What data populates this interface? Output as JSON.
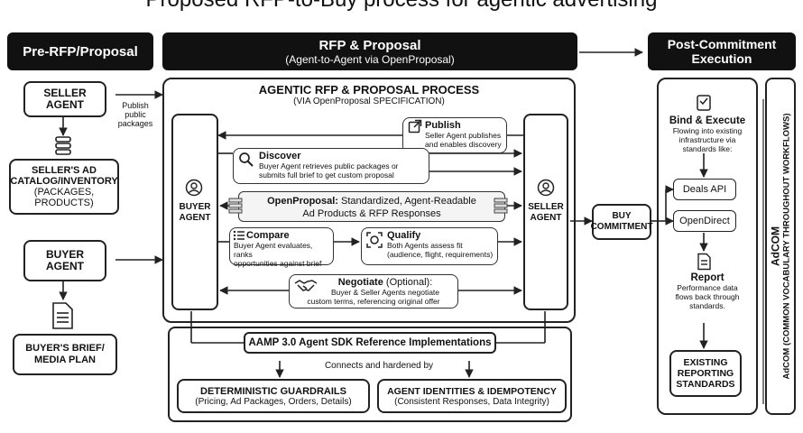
{
  "title": "Proposed RFP-to-Buy process for agentic advertising",
  "columns": {
    "pre": "Pre-RFP/Proposal",
    "rfp_title": "RFP & Proposal",
    "rfp_subtitle": "(Agent-to-Agent via OpenProposal)",
    "post_line1": "Post-Commitment",
    "post_line2": "Execution"
  },
  "left": {
    "seller_agent_l1": "SELLER",
    "seller_agent_l2": "AGENT",
    "publish_note_l1": "Publish",
    "publish_note_l2": "public",
    "publish_note_l3": "packages",
    "catalog_l1": "SELLER'S AD",
    "catalog_l2": "CATALOG/INVENTORY",
    "catalog_l3": "(PACKAGES,",
    "catalog_l4": "PRODUCTS)",
    "buyer_agent_l1": "BUYER",
    "buyer_agent_l2": "AGENT",
    "brief_l1": "BUYER'S BRIEF/",
    "brief_l2": "MEDIA PLAN"
  },
  "process": {
    "title": "AGENTIC RFP & PROPOSAL PROCESS",
    "subtitle": "(VIA OpenProposal SPECIFICATION)",
    "buyer_l1": "BUYER",
    "buyer_l2": "AGENT",
    "seller_l1": "SELLER",
    "seller_l2": "AGENT",
    "publish_title": "Publish",
    "publish_l1": "Seller Agent publishes",
    "publish_l2": "and enables discovery",
    "discover_title": "Discover",
    "discover_l1": "Buyer Agent retrieves public packages or",
    "discover_l2": "submits full brief to get custom proposal",
    "openproposal_bold": "OpenProposal:",
    "openproposal_l1": " Standardized, Agent-Readable",
    "openproposal_l2": "Ad Products & RFP Responses",
    "compare_title": "Compare",
    "compare_l1": "Buyer Agent evaluates, ranks",
    "compare_l2": "opportunities against brief",
    "qualify_title": "Qualify",
    "qualify_l1": "Both Agents assess fit",
    "qualify_l2": "(audience, flight, requirements)",
    "negotiate_title": "Negotiate",
    "negotiate_opt": " (Optional):",
    "negotiate_l1": "Buyer & Seller Agents negotiate",
    "negotiate_l2": "custom terms, referencing original offer"
  },
  "sdk": {
    "title": "AAMP 3.0 Agent SDK Reference Implementations",
    "connects": "Connects and hardened by",
    "guard_title": "DETERMINISTIC GUARDRAILS",
    "guard_sub": "(Pricing, Ad Packages, Orders, Details)",
    "ident_title": "AGENT IDENTITIES & IDEMPOTENCY",
    "ident_sub": "(Consistent Responses, Data Integrity)"
  },
  "right": {
    "buy_l1": "BUY",
    "buy_l2": "COMMITMENT",
    "bind_title": "Bind & Execute",
    "bind_l1": "Flowing into existing",
    "bind_l2": "infrastructure via",
    "bind_l3": "standards like:",
    "deals_api": "Deals API",
    "opendirect": "OpenDirect",
    "report_title": "Report",
    "report_l1": "Performance data",
    "report_l2": "flows back through",
    "report_l3": "standards.",
    "existing_l1": "EXISTING",
    "existing_l2": "REPORTING",
    "existing_l3": "STANDARDS",
    "adcom_title": "AdCOM",
    "adcom_sub": "AdCOM (COMMON VOCABULARY THROUGHOUT WORKFLOWS)"
  },
  "colors": {
    "header_bg": "#111111",
    "line": "#222222",
    "paper": "#ffffff"
  }
}
